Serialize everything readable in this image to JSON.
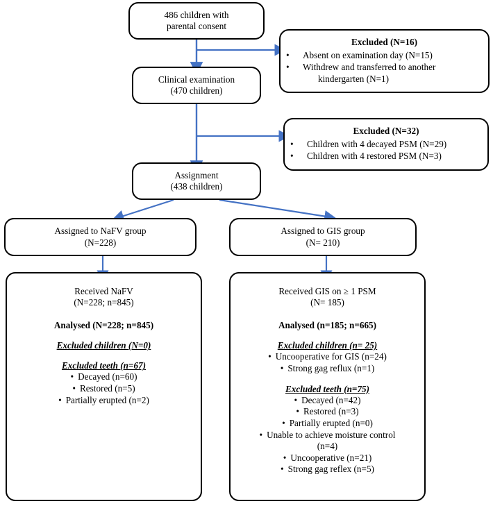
{
  "theme": {
    "arrow_color": "#4472C4",
    "box_border": "#000000",
    "background": "#FFFFFF",
    "text_color": "#000000"
  },
  "nodes": {
    "enrollment": {
      "lines": [
        "486 children with",
        "parental consent"
      ]
    },
    "excluded_1": {
      "title": "Excluded (N=16)",
      "items": [
        "Absent on examination day (N=15)",
        "Withdrew and transferred to another kindergarten (N=1)"
      ]
    },
    "clinical_exam": {
      "lines": [
        "Clinical examination",
        "(470 children)"
      ]
    },
    "excluded_2": {
      "title": "Excluded (N=32)",
      "items": [
        "Children with 4 decayed PSM (N=29)",
        "Children with 4 restored PSM (N=3)"
      ]
    },
    "assignment": {
      "lines": [
        "Assignment",
        "(438 children)"
      ]
    },
    "group_nafv": {
      "lines": [
        "Assigned to NaFV group",
        "(N=228)"
      ]
    },
    "group_gis": {
      "lines": [
        "Assigned to GIS group",
        "(N= 210)"
      ]
    },
    "arm_nafv": {
      "received": [
        "Received NaFV",
        "(N=228; n=845)"
      ],
      "analysed": "Analysed (N=228; n=845)",
      "excluded_children_header": "Excluded children (N=0)",
      "excluded_children_items": [],
      "excluded_teeth_header": "Excluded teeth (n=67)",
      "excluded_teeth_items": [
        "Decayed (n=60)",
        "Restored (n=5)",
        "Partially erupted (n=2)"
      ]
    },
    "arm_gis": {
      "received": [
        "Received GIS on ≥ 1 PSM",
        "(N= 185)"
      ],
      "analysed": "Analysed (n=185; n=665)",
      "excluded_children_header": "Excluded children (n= 25)",
      "excluded_children_items": [
        "Uncooperative for GIS (n=24)",
        "Strong gag reflux (n=1)"
      ],
      "excluded_teeth_header": "Excluded teeth (n=75)",
      "excluded_teeth_items": [
        "Decayed (n=42)",
        "Restored (n=3)",
        "Partially erupted (n=0)",
        "Unable to achieve moisture control (n=4)",
        "Uncooperative (n=21)",
        "Strong gag reflex (n=5)"
      ]
    }
  }
}
